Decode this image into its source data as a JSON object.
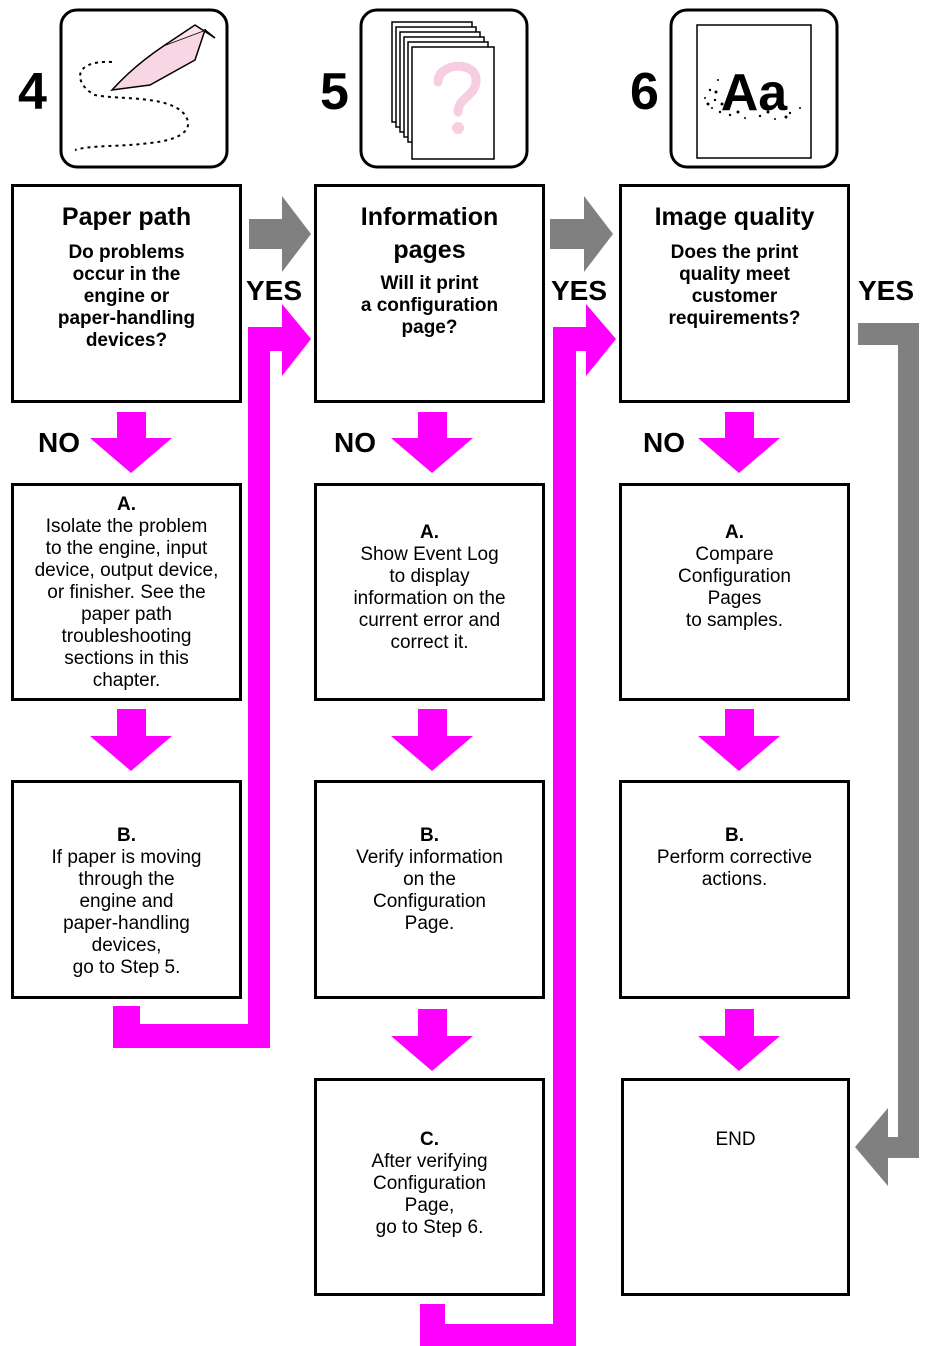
{
  "colors": {
    "pink_arrow": "#ff00ff",
    "gray_arrow": "#808080",
    "border": "#000000"
  },
  "icons": {
    "step4": "paper-path-icon",
    "step5": "information-pages-icon",
    "step6": "image-quality-icon"
  },
  "labels": {
    "yes": "YES",
    "no": "NO"
  },
  "steps": [
    {
      "number": "4",
      "title": "Paper path",
      "question": "Do problems\noccur in the\nengine or\npaper-handling\ndevices?",
      "substeps": [
        {
          "letter": "A.",
          "text": "Isolate the problem\nto the engine, input\ndevice, output device,\nor finisher. See the\npaper path\ntroubleshooting\nsections in this\nchapter."
        },
        {
          "letter": "B.",
          "text": "If paper is moving\nthrough the\nengine and\npaper-handling\ndevices,\ngo to Step 5."
        }
      ]
    },
    {
      "number": "5",
      "title": "Information\npages",
      "question": "Will it print\na configuration\npage?",
      "substeps": [
        {
          "letter": "A.",
          "text": "Show Event Log\nto display\ninformation on the\ncurrent error and\ncorrect it."
        },
        {
          "letter": "B.",
          "text": "Verify information\non the\nConfiguration\nPage."
        },
        {
          "letter": "C.",
          "text": "After verifying\nConfiguration\nPage,\ngo to Step 6."
        }
      ]
    },
    {
      "number": "6",
      "title": "Image  quality",
      "question": "Does the print\nquality meet\ncustomer\nrequirements?",
      "icon_text": "Aa",
      "substeps": [
        {
          "letter": "A.",
          "text": "Compare\nConfiguration\nPages\nto samples."
        },
        {
          "letter": "B.",
          "text": "Perform corrective\nactions."
        }
      ],
      "end_label": "END"
    }
  ]
}
